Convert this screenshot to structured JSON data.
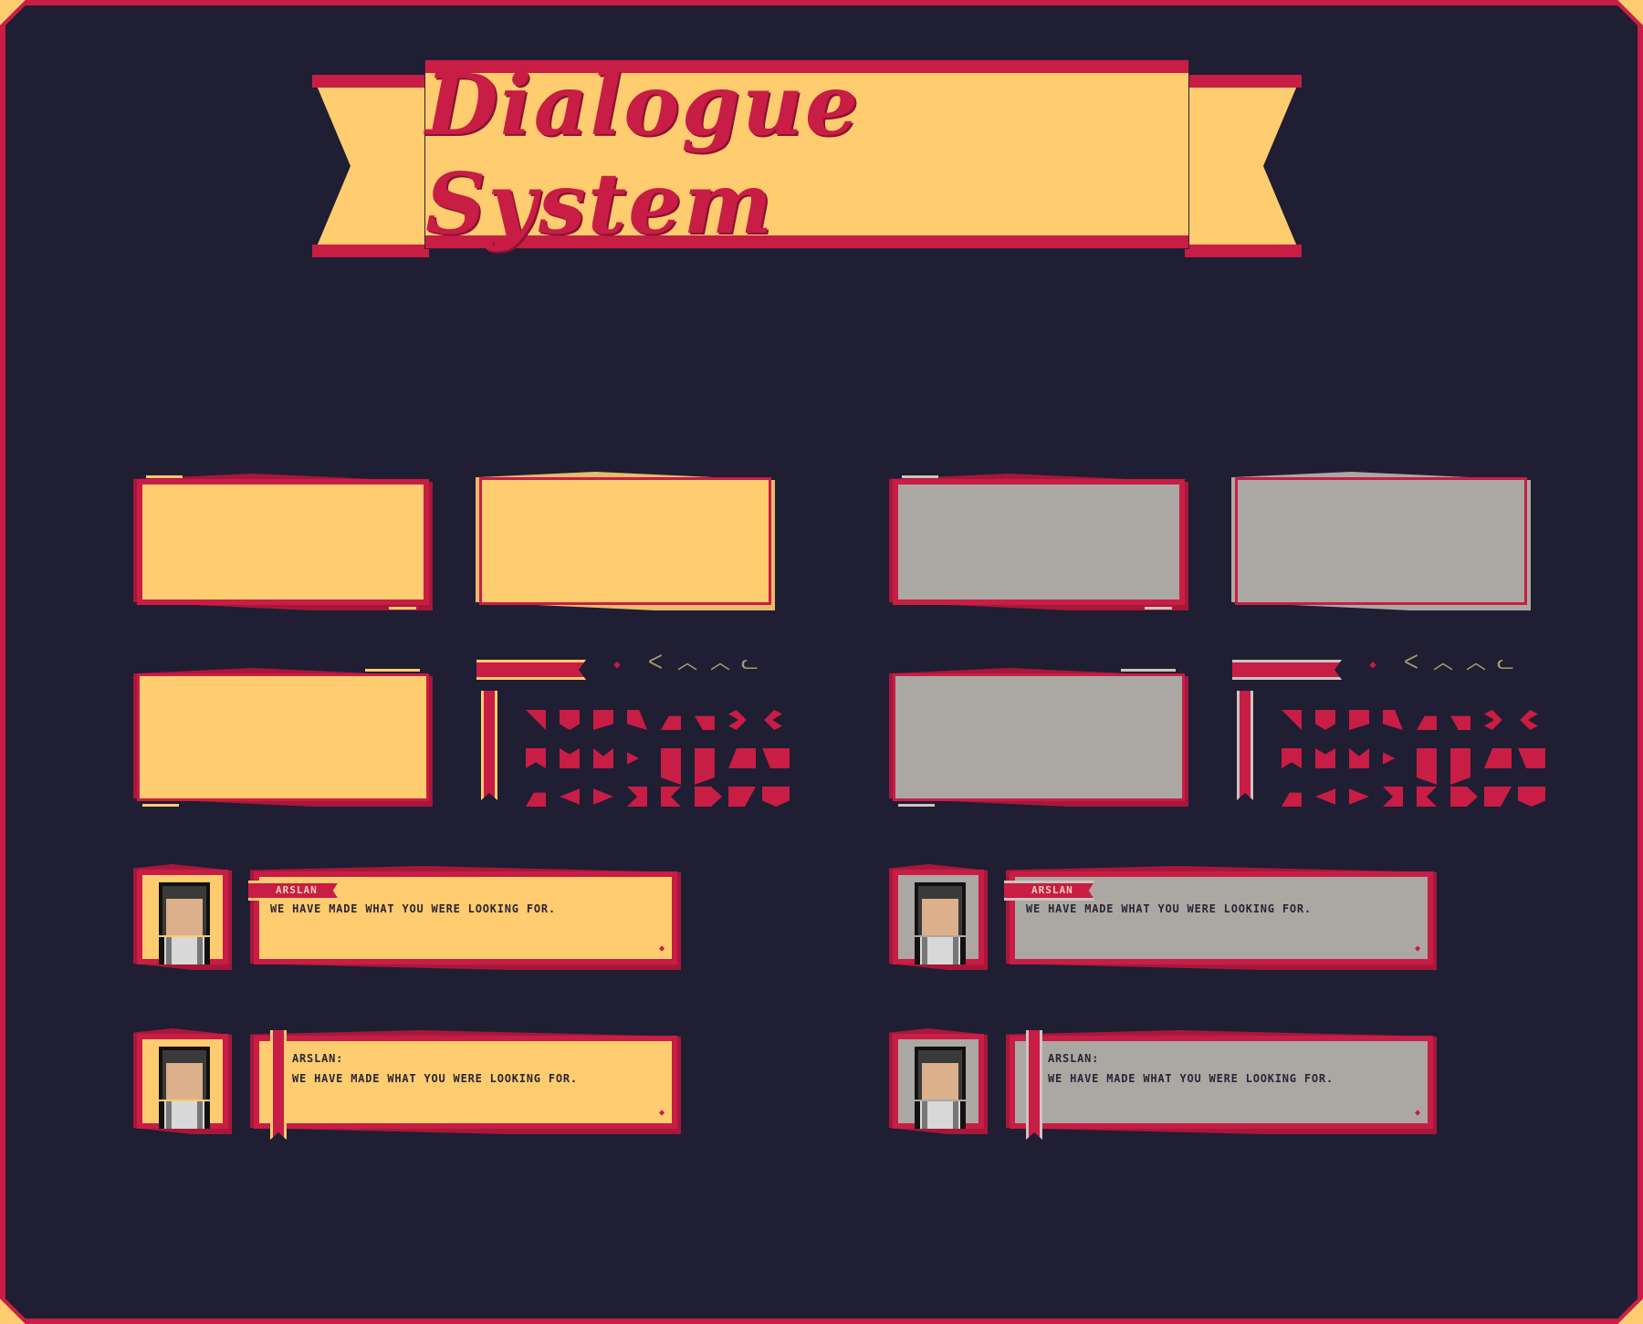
{
  "title": "Dialogue System",
  "colors": {
    "background": "#1f1e33",
    "crimson": "#c81d45",
    "cream": "#ffcc70",
    "gray": "#aba8a3",
    "tan": "#a89a70"
  },
  "themes": [
    {
      "name": "yellow",
      "panel_color": "#ffcc70"
    },
    {
      "name": "gray",
      "panel_color": "#aba8a3"
    }
  ],
  "icons": {
    "next_indicator": "⬩",
    "arrow_left_double": "ᐸ",
    "arrow_up_double": "︿",
    "arrow_up_double_alt": "︿",
    "curl": "ᓚ"
  },
  "dialogue": {
    "speaker_name": "ARSLAN",
    "speaker_label": "ARSLAN:",
    "line": "WE HAVE MADE WHAT YOU WERE LOOKING FOR."
  }
}
